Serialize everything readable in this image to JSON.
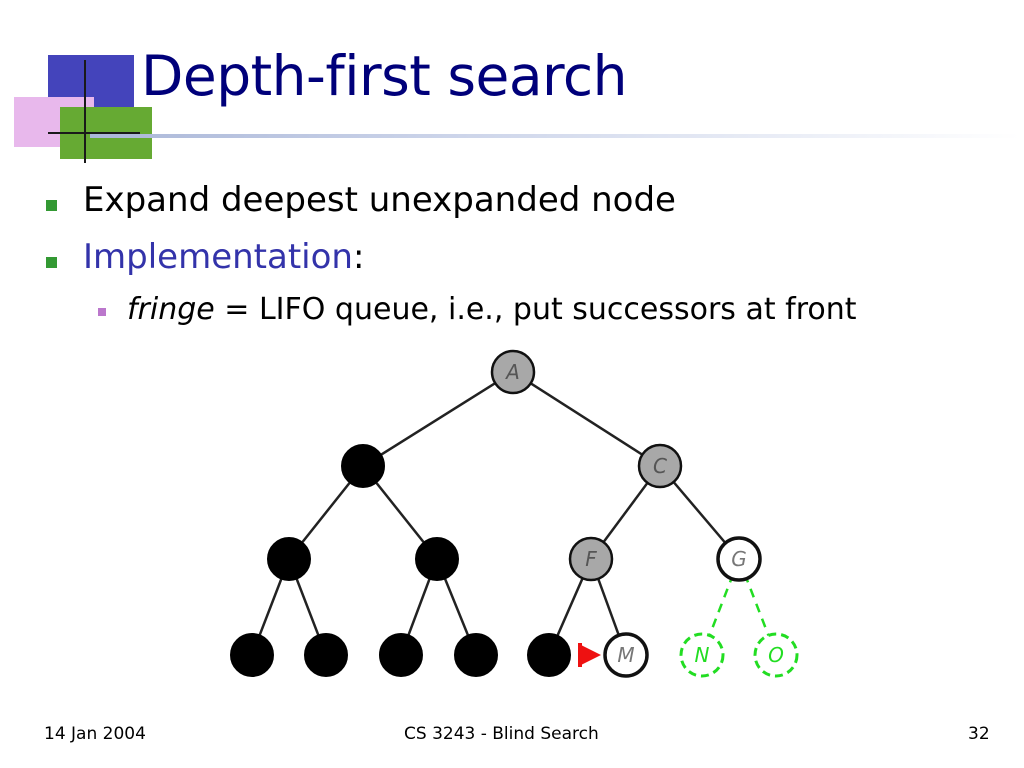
{
  "slide": {
    "title": "Depth-first search",
    "bullets": [
      {
        "text": "Expand deepest unexpanded node"
      },
      {
        "highlight": "Implementation",
        "suffix": ":"
      }
    ],
    "sub_bullet": {
      "italic": "fringe",
      "text": " = LIFO queue, i.e., put successors at front"
    }
  },
  "tree": {
    "colors": {
      "expanded": "#000000",
      "fringe": "#a8a8a8",
      "open": "#ffffff",
      "unexplored": "#22dd22",
      "pointer": "#ee1111"
    },
    "nodes": [
      {
        "id": "A",
        "label": "A",
        "state": "fringe"
      },
      {
        "id": "B",
        "label": "",
        "state": "expanded"
      },
      {
        "id": "C",
        "label": "C",
        "state": "fringe"
      },
      {
        "id": "D",
        "label": "",
        "state": "expanded"
      },
      {
        "id": "E",
        "label": "",
        "state": "expanded"
      },
      {
        "id": "F",
        "label": "F",
        "state": "fringe"
      },
      {
        "id": "G",
        "label": "G",
        "state": "open"
      },
      {
        "id": "H",
        "label": "",
        "state": "expanded"
      },
      {
        "id": "I",
        "label": "",
        "state": "expanded"
      },
      {
        "id": "J",
        "label": "",
        "state": "expanded"
      },
      {
        "id": "K",
        "label": "",
        "state": "expanded"
      },
      {
        "id": "L",
        "label": "",
        "state": "expanded"
      },
      {
        "id": "M",
        "label": "M",
        "state": "open"
      },
      {
        "id": "N",
        "label": "N",
        "state": "unexplored"
      },
      {
        "id": "O",
        "label": "O",
        "state": "unexplored"
      }
    ],
    "edges": [
      {
        "from": "A",
        "to": "B",
        "style": "solid"
      },
      {
        "from": "A",
        "to": "C",
        "style": "solid"
      },
      {
        "from": "B",
        "to": "D",
        "style": "solid"
      },
      {
        "from": "B",
        "to": "E",
        "style": "solid"
      },
      {
        "from": "C",
        "to": "F",
        "style": "solid"
      },
      {
        "from": "C",
        "to": "G",
        "style": "solid"
      },
      {
        "from": "D",
        "to": "H",
        "style": "solid"
      },
      {
        "from": "D",
        "to": "I",
        "style": "solid"
      },
      {
        "from": "E",
        "to": "J",
        "style": "solid"
      },
      {
        "from": "E",
        "to": "K",
        "style": "solid"
      },
      {
        "from": "F",
        "to": "L",
        "style": "solid"
      },
      {
        "from": "F",
        "to": "M",
        "style": "solid"
      },
      {
        "from": "G",
        "to": "N",
        "style": "dashed"
      },
      {
        "from": "G",
        "to": "O",
        "style": "dashed"
      }
    ],
    "pointer_target": "M"
  },
  "footer": {
    "date": "14 Jan 2004",
    "course": "CS 3243 - Blind Search",
    "page": "32"
  }
}
